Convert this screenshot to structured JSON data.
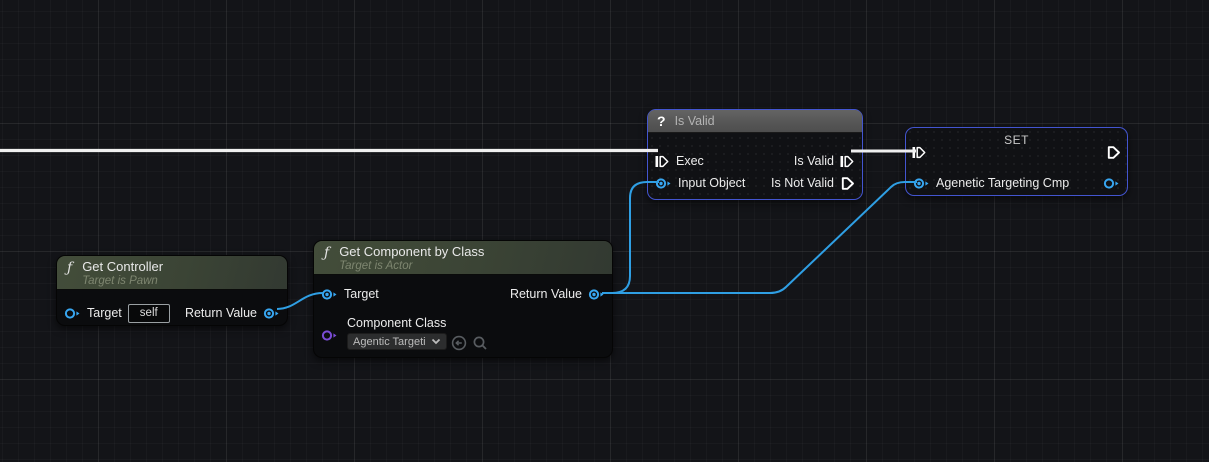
{
  "nodes": {
    "get_controller": {
      "title": "Get Controller",
      "subtitle": "Target is Pawn",
      "pins": {
        "target_label": "Target",
        "target_default_value": "self",
        "return_value_label": "Return Value"
      }
    },
    "get_component_by_class": {
      "title": "Get Component by Class",
      "subtitle": "Target is Actor",
      "pins": {
        "target_label": "Target",
        "return_value_label": "Return Value",
        "component_class_label": "Component Class"
      },
      "component_class_selected": "Agentic Targeti"
    },
    "is_valid": {
      "title": "Is Valid",
      "pins": {
        "exec_label": "Exec",
        "is_valid_label": "Is Valid",
        "input_object_label": "Input Object",
        "is_not_valid_label": "Is Not Valid"
      }
    },
    "set": {
      "title": "SET",
      "pins": {
        "variable_label": "Agenetic Targeting Cmp"
      }
    }
  },
  "icons": {
    "function_glyph": "ƒ",
    "question_glyph": "?"
  },
  "colors": {
    "exec_wire": "#efefef",
    "object_wire": "#2f9fe4",
    "object_pin": "#38a7f2",
    "class_pin": "#7a4cd6",
    "selection_border": "#4355d0",
    "function_header_green": "#3e4736",
    "pure_header_gray": "#5a5a5a",
    "canvas_background": "#131418"
  }
}
